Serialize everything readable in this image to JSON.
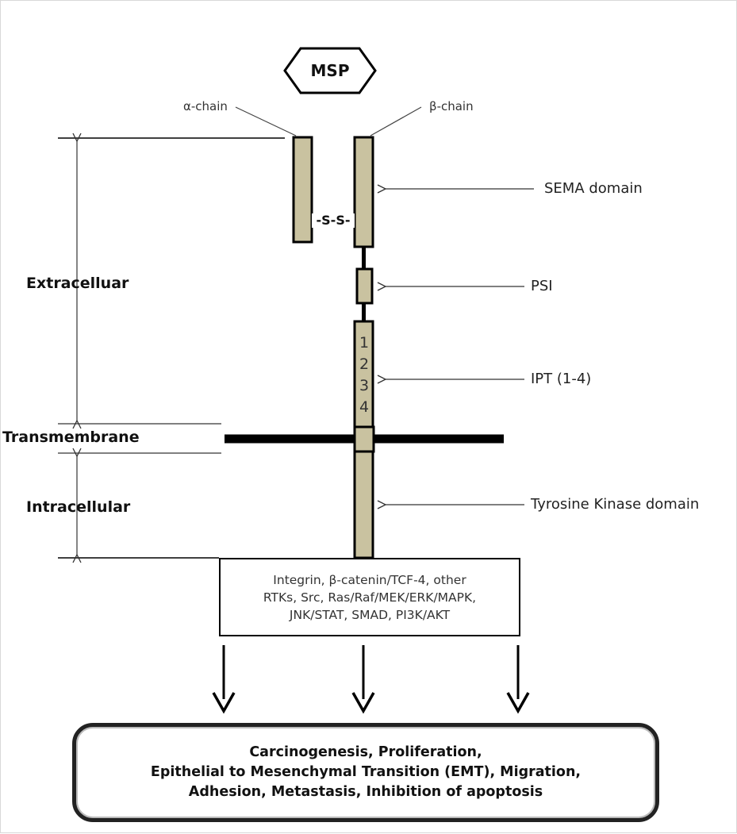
{
  "ligand": "MSP",
  "chains": {
    "alpha": "α-chain",
    "beta": "β-chain"
  },
  "disulfide": "-S-S-",
  "regions": {
    "extracellular": "Extracelluar",
    "transmembrane": "Transmembrane",
    "intracellular": "Intracellular"
  },
  "domains": {
    "sema": "SEMA domain",
    "psi": "PSI",
    "ipt": "IPT (1-4)",
    "kinase": "Tyrosine Kinase domain"
  },
  "ipt_numbers": [
    "1",
    "2",
    "3",
    "4"
  ],
  "pathways": [
    "Integrin, β-catenin/TCF-4, other",
    "RTKs, Src, Ras/Raf/MEK/ERK/MAPK,",
    "JNK/STAT, SMAD, PI3K/AKT"
  ],
  "outcomes": [
    "Carcinogenesis, Proliferation,",
    "Epithelial to Mesenchymal Transition (EMT), Migration,",
    "Adhesion, Metastasis, Inhibition of apoptosis"
  ],
  "colors": {
    "domain_fill": "#c9c2a0",
    "stroke": "#000000"
  }
}
